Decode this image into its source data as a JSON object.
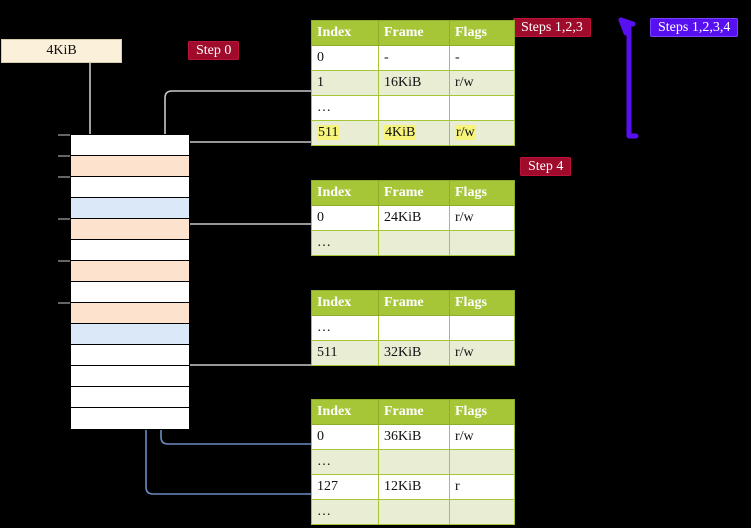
{
  "diagram": {
    "title_hidden": "Multi-level page table walk",
    "memory_box": {
      "label": "4KiB"
    },
    "badges": [
      {
        "id": "step0",
        "label": "Step 0",
        "color": "#9e0b2b",
        "kind": "red"
      },
      {
        "id": "step4",
        "label": "Step 4",
        "color": "#9e0b2b",
        "kind": "red"
      },
      {
        "id": "steps123",
        "label": "Steps 1,2,3",
        "color": "#9e0b2b",
        "kind": "red"
      },
      {
        "id": "steps1234",
        "label": "Steps 1,2,3,4",
        "color": "#5710f0",
        "kind": "blue"
      }
    ],
    "memory_column": {
      "name": "physical-memory-column",
      "rows": [
        {
          "fill": "white"
        },
        {
          "fill": "peach"
        },
        {
          "fill": "white"
        },
        {
          "fill": "blue"
        },
        {
          "fill": "peach"
        },
        {
          "fill": "white"
        },
        {
          "fill": "peach"
        },
        {
          "fill": "white"
        },
        {
          "fill": "peach"
        },
        {
          "fill": "blue"
        },
        {
          "fill": "white"
        },
        {
          "fill": "white"
        },
        {
          "fill": "white"
        },
        {
          "fill": "white"
        }
      ],
      "colors": {
        "peach": "#fde3cd",
        "blue": "#dbe8f7",
        "white": "#ffffff"
      }
    },
    "tables": [
      {
        "id": "ptable-0",
        "headers": [
          "Index",
          "Frame",
          "Flags"
        ],
        "rows": [
          {
            "style": "plain",
            "cells": [
              "0",
              "-",
              "-"
            ],
            "highlight": false
          },
          {
            "style": "alt",
            "cells": [
              "1",
              "16KiB",
              "r/w"
            ],
            "highlight": false
          },
          {
            "style": "plain",
            "cells": [
              "…",
              "",
              ""
            ],
            "highlight": false
          },
          {
            "style": "alt",
            "cells": [
              "511",
              "4KiB",
              "r/w"
            ],
            "highlight": true
          }
        ]
      },
      {
        "id": "ptable-1",
        "headers": [
          "Index",
          "Frame",
          "Flags"
        ],
        "rows": [
          {
            "style": "plain",
            "cells": [
              "0",
              "24KiB",
              "r/w"
            ],
            "highlight": false
          },
          {
            "style": "alt",
            "cells": [
              "…",
              "",
              ""
            ],
            "highlight": false
          }
        ]
      },
      {
        "id": "ptable-2",
        "headers": [
          "Index",
          "Frame",
          "Flags"
        ],
        "rows": [
          {
            "style": "plain",
            "cells": [
              "…",
              "",
              ""
            ],
            "highlight": false
          },
          {
            "style": "alt",
            "cells": [
              "511",
              "32KiB",
              "r/w"
            ],
            "highlight": false
          }
        ]
      },
      {
        "id": "ptable-3",
        "headers": [
          "Index",
          "Frame",
          "Flags"
        ],
        "rows": [
          {
            "style": "plain",
            "cells": [
              "0",
              "36KiB",
              "r/w"
            ],
            "highlight": false
          },
          {
            "style": "alt",
            "cells": [
              "…",
              "",
              ""
            ],
            "highlight": false
          },
          {
            "style": "plain",
            "cells": [
              "127",
              "12KiB",
              "r"
            ],
            "highlight": false
          },
          {
            "style": "alt",
            "cells": [
              "…",
              "",
              ""
            ],
            "highlight": false
          }
        ]
      }
    ],
    "colors": {
      "table_header_bg": "#a6c638",
      "table_alt_bg": "#e8edd4",
      "highlight": "#f6f47a",
      "memory_box_bg": "#fbf0d9",
      "wire_gray": "#c9c9c9",
      "wire_blue": "#6a8cc4",
      "arrow_blue": "#5710f0",
      "background": "#000000"
    }
  }
}
